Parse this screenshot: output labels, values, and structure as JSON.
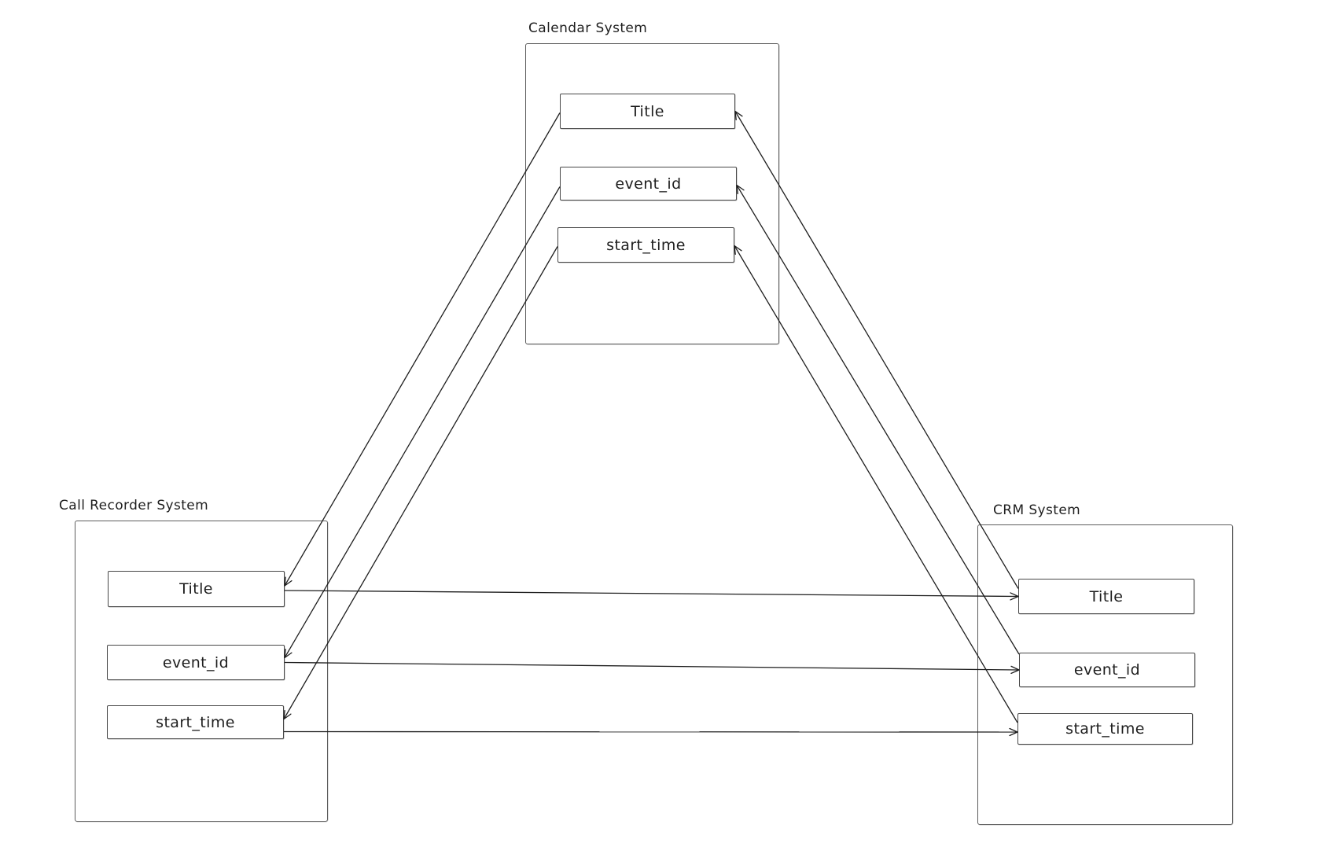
{
  "page": {
    "background": "#ffffff"
  },
  "diagram": {
    "stroke_color": "#1e1e1e",
    "box_border_color": "#474747",
    "systems": [
      {
        "id": "calendar",
        "label": "Calendar System",
        "fields": [
          {
            "id": "title",
            "label": "Title"
          },
          {
            "id": "event_id",
            "label": "event_id"
          },
          {
            "id": "start_time",
            "label": "start_time"
          }
        ]
      },
      {
        "id": "call_recorder",
        "label": "Call Recorder System",
        "fields": [
          {
            "id": "title",
            "label": "Title"
          },
          {
            "id": "event_id",
            "label": "event_id"
          },
          {
            "id": "start_time",
            "label": "start_time"
          }
        ]
      },
      {
        "id": "crm",
        "label": "CRM System",
        "fields": [
          {
            "id": "title",
            "label": "Title"
          },
          {
            "id": "event_id",
            "label": "event_id"
          },
          {
            "id": "start_time",
            "label": "start_time"
          }
        ]
      }
    ],
    "connections": [
      {
        "from": "calendar.title",
        "fromEdge": "left",
        "to": "call_recorder.title",
        "toEdge": "right",
        "fromDy": 2,
        "toDy": -4
      },
      {
        "from": "calendar.event_id",
        "fromEdge": "left",
        "to": "call_recorder.event_id",
        "toEdge": "right",
        "fromDy": 4,
        "toDy": -6
      },
      {
        "from": "calendar.start_time",
        "fromEdge": "left",
        "to": "call_recorder.start_time",
        "toEdge": "right",
        "fromDy": 2,
        "toDy": -4
      },
      {
        "from": "call_recorder.title",
        "fromEdge": "right",
        "to": "crm.title",
        "toEdge": "left",
        "fromDy": 2,
        "toDy": 0
      },
      {
        "from": "call_recorder.event_id",
        "fromEdge": "right",
        "to": "crm.event_id",
        "toEdge": "left",
        "fromDy": 0,
        "toDy": 0
      },
      {
        "from": "call_recorder.start_time",
        "fromEdge": "right",
        "to": "crm.start_time",
        "toEdge": "left",
        "fromDy": 12,
        "toDy": 4
      },
      {
        "from": "crm.title",
        "fromEdge": "left",
        "to": "calendar.title",
        "toEdge": "right",
        "fromDy": -10,
        "toDy": 0
      },
      {
        "from": "crm.event_id",
        "fromEdge": "left",
        "to": "calendar.event_id",
        "toEdge": "right",
        "fromDy": -20,
        "toDy": 2
      },
      {
        "from": "crm.start_time",
        "fromEdge": "left",
        "to": "calendar.start_time",
        "toEdge": "right",
        "fromDy": -8,
        "toDy": 1
      }
    ]
  }
}
